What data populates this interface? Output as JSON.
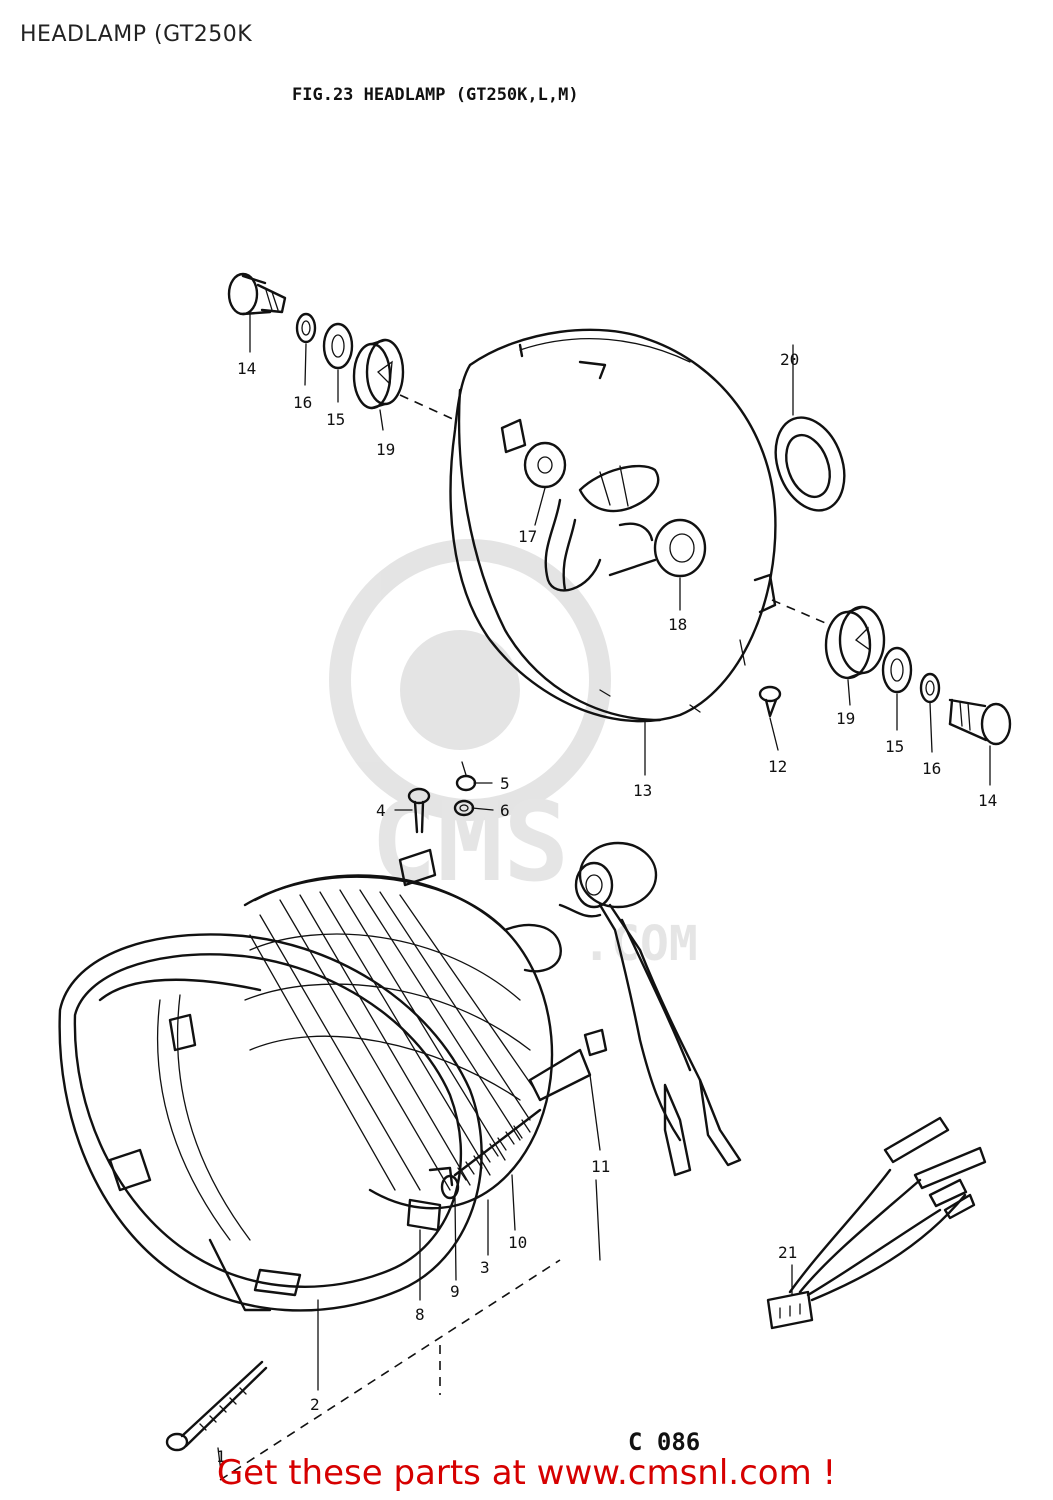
{
  "page": {
    "title": "HEADLAMP (GT250K"
  },
  "figure": {
    "title": "FIG.23  HEADLAMP (GT250K,L,M)",
    "code": "C 086"
  },
  "callouts": {
    "c1": "1",
    "c2": "2",
    "c3": "3",
    "c4": "4",
    "c5": "5",
    "c6": "6",
    "c8": "8",
    "c9": "9",
    "c10": "10",
    "c11": "11",
    "c12": "12",
    "c13": "13",
    "c14a": "14",
    "c14b": "14",
    "c15a": "15",
    "c15b": "15",
    "c16a": "16",
    "c16b": "16",
    "c17": "17",
    "c18": "18",
    "c19a": "19",
    "c19b": "19",
    "c20": "20",
    "c21": "21"
  },
  "watermark": {
    "text": "CMS",
    "domain": ".COM"
  },
  "footer": {
    "promo": "Get these parts at www.cmsnl.com !",
    "promo_color": "#d60000"
  }
}
